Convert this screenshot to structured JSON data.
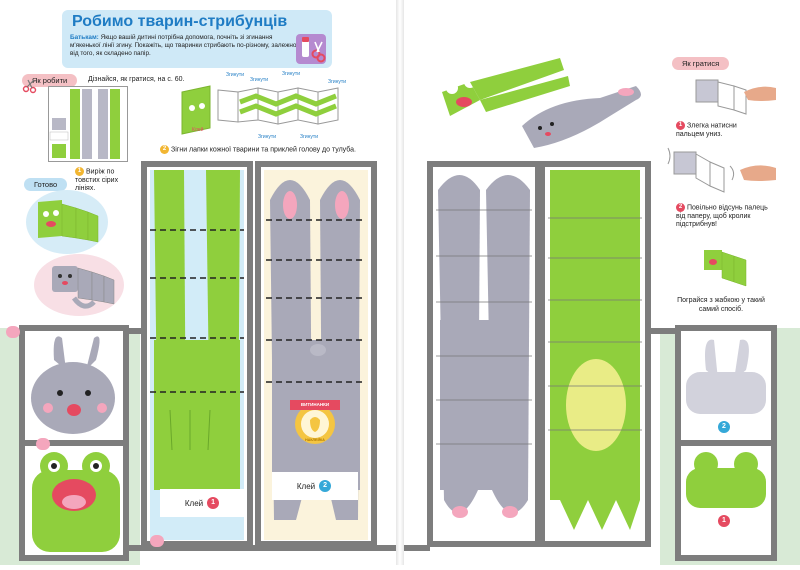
{
  "header": {
    "title": "Робимо тварин-стрибунців",
    "intro_label": "Батькам:",
    "intro_text": "Якщо вашій дитині потрібна допомога, почніть зі згинання м'якенької лінії згину. Покажіть, що тваринки стрибають по-різному, залежно від того, як складено папір."
  },
  "left_page": {
    "how_to_pill": "Як робити",
    "how_to_text": "Дізнайся, як гратися, на с. 60.",
    "fold_labels": {
      "fold_1": "Згинути",
      "fold_2": "Згинути",
      "fold_3": "Згинути",
      "fold_4": "Згинути",
      "fold_5": "Згинути",
      "fold_6": "Згинути"
    },
    "glue_sample_label": "Клей",
    "step1_num": "1",
    "step1_text": "Виріж по товстих сірих лініях.",
    "step2_num": "2",
    "step2_text": "Зігни лапки кожної тварини та приклей голову до тулуба.",
    "ready_pill": "Готово",
    "glue1_label": "Клей",
    "glue1_num": "1",
    "glue2_label": "Клей",
    "glue2_num": "2",
    "sticker_badge": "ВИТИНАНКИ",
    "sticker_label": "НАКЛЕЙКА"
  },
  "right_page": {
    "play_pill": "Як гратися",
    "step1_num": "1",
    "step1_text": "Злегка натисни пальцем униз.",
    "step2_num": "2",
    "step2_text": "Повільно відсунь палець від паперу, щоб кролик підстрибнув!",
    "play_text": "Пограйся з жабкою у такий самий спосіб.",
    "tab_bunny_num": "2",
    "tab_frog_num": "1"
  },
  "colors": {
    "frog_green": "#8fcf3d",
    "bunny_gray": "#a9a9b8",
    "frame_gray": "#7d7d7d",
    "accent_blue": "#1f7cc4",
    "pink": "#f4a6bd"
  }
}
